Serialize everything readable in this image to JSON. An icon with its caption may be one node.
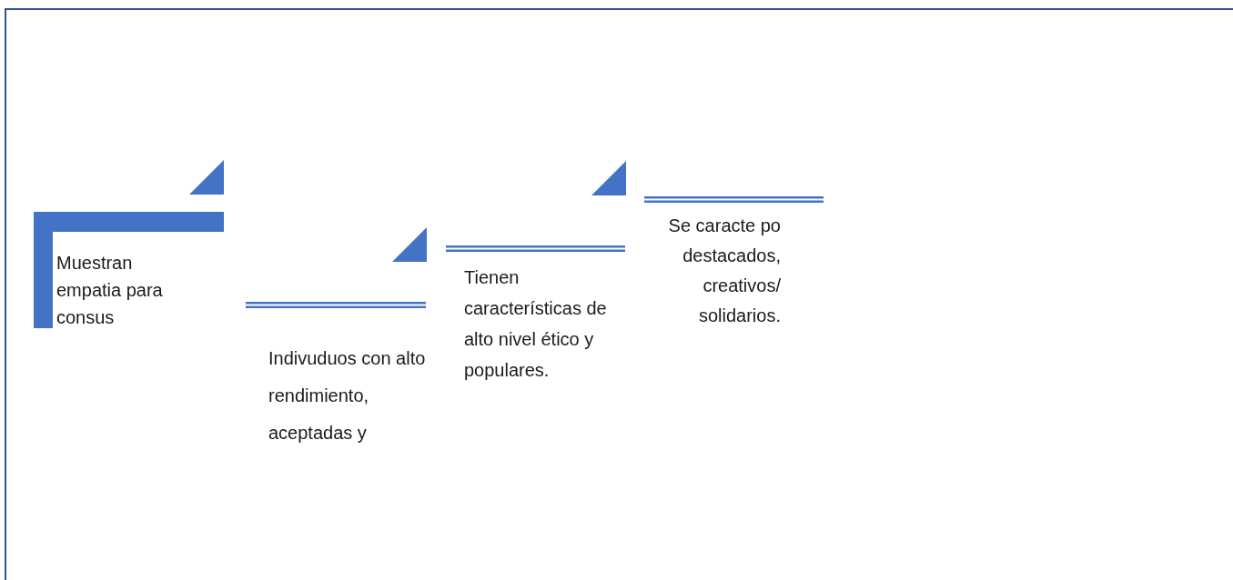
{
  "diagram": {
    "nodes": [
      {
        "text": [
          "Muestran empatia para consus"
        ]
      },
      {
        "text": [
          "Indivuduos con alto rendimiento, aceptadas y"
        ]
      },
      {
        "text": [
          "Tienen características de alto nivel ético y populares."
        ]
      },
      {
        "text": [
          "Se caracte po destacados, creativos/ solidarios."
        ]
      }
    ]
  }
}
